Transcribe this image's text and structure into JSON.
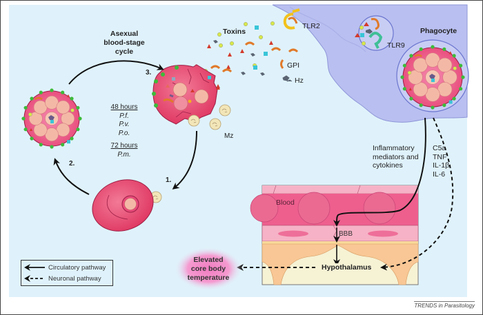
{
  "figure": {
    "title": "Asexual blood-stage cycle",
    "credit": "TRENDS in Parasitology",
    "colors": {
      "background": "#dff2fb",
      "rbc": "#e8456e",
      "phagocyte": "#b9bff0",
      "toxin_green": "#d8e84a",
      "toxin_red": "#d33a2c",
      "toxin_cyan": "#39c5d8",
      "gpi_orange": "#e07a2a",
      "tlr2_yellow": "#f2c21b",
      "tlr9_teal": "#3fbf96",
      "hypothalamus": "#f6f2d4",
      "fever_glow": "#f07cc0"
    }
  },
  "cycle": {
    "title_lines": [
      "Asexual",
      "blood-stage",
      "cycle"
    ],
    "steps": [
      "1.",
      "2.",
      "3."
    ],
    "durations": [
      {
        "hours": "48 hours",
        "species": [
          "P.f.",
          "P.v.",
          "P.o."
        ]
      },
      {
        "hours": "72 hours",
        "species": [
          "P.m."
        ]
      }
    ],
    "merozoite_label": "Mz"
  },
  "toxins": {
    "title": "Toxins",
    "labels": {
      "gpi": "GPI",
      "hz": "Hz"
    }
  },
  "receptors": {
    "tlr2": "TLR2",
    "tlr9": "TLR9"
  },
  "phagocyte": {
    "label": "Phagocyte"
  },
  "mediators": {
    "label_lines": [
      "Inflammatory",
      "mediators and",
      "cytokines"
    ],
    "cytokines": [
      "C5a",
      "TNF",
      "IL-1β",
      "IL-6"
    ]
  },
  "tissue": {
    "blood": "Blood",
    "bbb": "BBB",
    "hypothalamus": "Hypothalamus"
  },
  "outcome": {
    "label_lines": [
      "Elevated",
      "core body",
      "temperature"
    ]
  },
  "legend": {
    "items": [
      {
        "style": "solid",
        "label": "Circulatory pathway"
      },
      {
        "style": "dashed",
        "label": "Neuronal pathway"
      }
    ]
  }
}
